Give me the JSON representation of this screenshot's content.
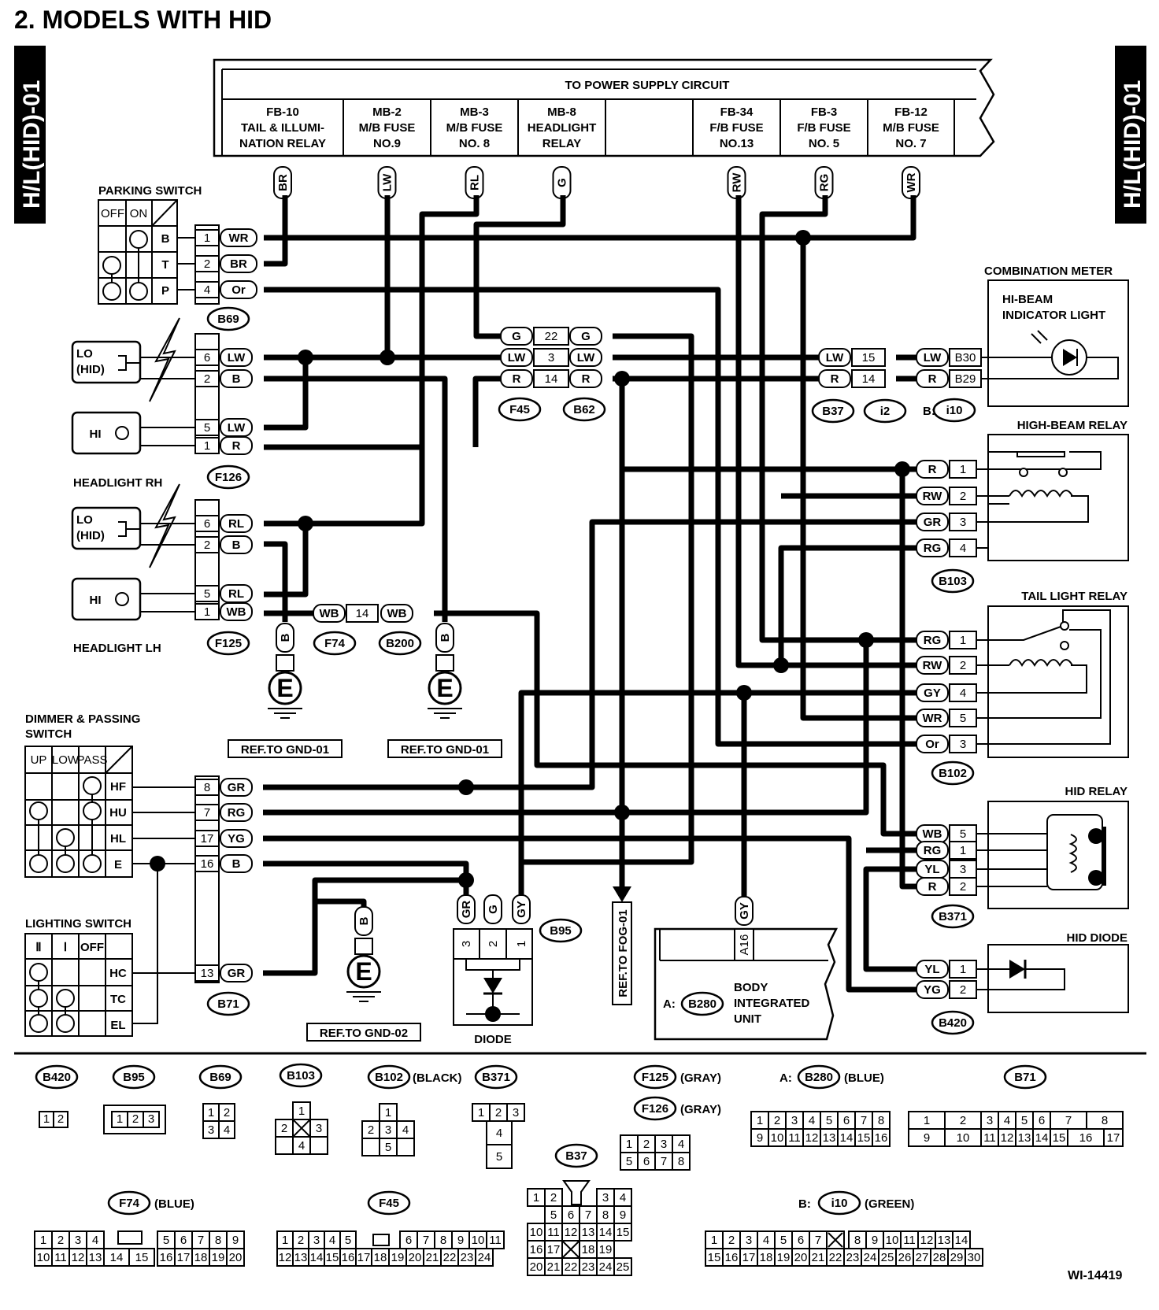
{
  "page": {
    "title": "2.  MODELS WITH HID",
    "side_tag": "H/L(HID)-01",
    "figure_id": "WI-14419"
  },
  "power_supply": {
    "header": "TO POWER SUPPLY CIRCUIT",
    "fuses": [
      {
        "line1": "FB-10",
        "line2": "TAIL & ILLUMI-",
        "line3": "NATION RELAY",
        "wire": "BR"
      },
      {
        "line1": "MB-2",
        "line2": "M/B FUSE",
        "line3": "NO.9",
        "wire": "LW"
      },
      {
        "line1": "MB-3",
        "line2": "M/B FUSE",
        "line3": "NO. 8",
        "wire": "RL"
      },
      {
        "line1": "MB-8",
        "line2": "HEADLIGHT",
        "line3": "RELAY",
        "wire": "G"
      },
      {
        "line1": "",
        "line2": "",
        "line3": "",
        "wire": ""
      },
      {
        "line1": "FB-34",
        "line2": "F/B FUSE",
        "line3": "NO.13",
        "wire": "RW"
      },
      {
        "line1": "FB-3",
        "line2": "F/B FUSE",
        "line3": "NO. 5",
        "wire": "RG"
      },
      {
        "line1": "FB-12",
        "line2": "M/B FUSE",
        "line3": "NO. 7",
        "wire": "WR"
      }
    ]
  },
  "parking_switch": {
    "label": "PARKING SWITCH",
    "cols": [
      "OFF",
      "ON"
    ],
    "rows": [
      "B",
      "T",
      "P"
    ],
    "connector": "B69",
    "pins": [
      {
        "pin": "1",
        "wire": "WR"
      },
      {
        "pin": "2",
        "wire": "BR"
      },
      {
        "pin": "4",
        "wire": "Or"
      }
    ]
  },
  "headlight_rh": {
    "label": "HEADLIGHT RH",
    "lo": "LO\n(HID)",
    "lo_l1": "LO",
    "lo_l2": "(HID)",
    "hi": "HI",
    "connector": "F126",
    "pins": [
      {
        "pin": "6",
        "wire": "LW"
      },
      {
        "pin": "2",
        "wire": "B"
      },
      {
        "pin": "5",
        "wire": "LW"
      },
      {
        "pin": "1",
        "wire": "R"
      }
    ]
  },
  "headlight_lh": {
    "label": "HEADLIGHT LH",
    "lo_l1": "LO",
    "lo_l2": "(HID)",
    "hi": "HI",
    "connector": "F125",
    "pins": [
      {
        "pin": "6",
        "wire": "RL"
      },
      {
        "pin": "2",
        "wire": "B"
      },
      {
        "pin": "5",
        "wire": "RL"
      },
      {
        "pin": "1",
        "wire": "WB"
      }
    ]
  },
  "f45_b62": {
    "rows": [
      {
        "left": "G",
        "pin": "22",
        "right": "G"
      },
      {
        "left": "LW",
        "pin": "3",
        "right": "LW"
      },
      {
        "left": "R",
        "pin": "14",
        "right": "R"
      }
    ],
    "c1": "F45",
    "c2": "B62"
  },
  "b37_i2": {
    "rows": [
      {
        "left": "LW",
        "pin": "15"
      },
      {
        "left": "R",
        "pin": "14"
      }
    ],
    "c1": "B37",
    "c2": "i2"
  },
  "combination_meter": {
    "label": "COMBINATION METER",
    "inner1": "HI-BEAM",
    "inner2": "INDICATOR LIGHT",
    "pins": [
      {
        "wire": "LW",
        "pin": "B30"
      },
      {
        "wire": "R",
        "pin": "B29"
      }
    ],
    "conn_prefix": "B:",
    "connector": "i10"
  },
  "high_beam_relay": {
    "label": "HIGH-BEAM RELAY",
    "connector": "B103",
    "pins": [
      {
        "wire": "R",
        "pin": "1"
      },
      {
        "wire": "RW",
        "pin": "2"
      },
      {
        "wire": "GR",
        "pin": "3"
      },
      {
        "wire": "RG",
        "pin": "4"
      }
    ]
  },
  "tail_light_relay": {
    "label": "TAIL LIGHT RELAY",
    "connector": "B102",
    "pins": [
      {
        "wire": "RG",
        "pin": "1"
      },
      {
        "wire": "RW",
        "pin": "2"
      },
      {
        "wire": "GY",
        "pin": "4"
      },
      {
        "wire": "WR",
        "pin": "5"
      },
      {
        "wire": "Or",
        "pin": "3"
      }
    ]
  },
  "hid_relay": {
    "label": "HID RELAY",
    "connector": "B371",
    "pins": [
      {
        "wire": "WB",
        "pin": "5"
      },
      {
        "wire": "RG",
        "pin": "1"
      },
      {
        "wire": "YL",
        "pin": "3"
      },
      {
        "wire": "R",
        "pin": "2"
      }
    ]
  },
  "hid_diode": {
    "label": "HID DIODE",
    "connector": "B420",
    "pins": [
      {
        "wire": "YL",
        "pin": "1"
      },
      {
        "wire": "YG",
        "pin": "2"
      }
    ]
  },
  "f74_b200": {
    "wire_l": "WB",
    "pin": "14",
    "wire_r": "WB",
    "c1": "F74",
    "c2": "B200"
  },
  "grounds": {
    "g1": {
      "wire": "B",
      "ref": "REF.TO GND-01"
    },
    "g2": {
      "wire": "B",
      "ref": "REF.TO GND-01"
    },
    "g3": {
      "wire": "B",
      "ref": "REF.TO GND-02"
    },
    "symbol": "E"
  },
  "dimmer_switch": {
    "label1": "DIMMER & PASSING",
    "label2": "SWITCH",
    "cols": [
      "UP",
      "LOW",
      "PASS"
    ],
    "rows": [
      "HF",
      "HU",
      "HL",
      "E"
    ]
  },
  "lighting_switch": {
    "label": "LIGHTING SWITCH",
    "cols": [
      "Ⅱ",
      "Ⅰ",
      "OFF"
    ],
    "rows": [
      "HC",
      "TC",
      "EL"
    ]
  },
  "b71": {
    "connector": "B71",
    "pins": [
      {
        "pin": "8",
        "wire": "GR"
      },
      {
        "pin": "7",
        "wire": "RG"
      },
      {
        "pin": "17",
        "wire": "YG"
      },
      {
        "pin": "16",
        "wire": "B"
      },
      {
        "pin": "13",
        "wire": "GR"
      }
    ]
  },
  "diode": {
    "label": "DIODE",
    "connector": "B95",
    "pins": [
      {
        "pin": "3",
        "wire": "GR"
      },
      {
        "pin": "2",
        "wire": "G"
      },
      {
        "pin": "1",
        "wire": "GY"
      }
    ]
  },
  "fog_ref": "REF.TO FOG-01",
  "body_unit": {
    "prefix": "A:",
    "connector": "B280",
    "line1": "BODY",
    "line2": "INTEGRATED",
    "line3": "UNIT",
    "pin": "A16",
    "wire": "GY"
  },
  "connector_views": {
    "b420": {
      "name": "B420",
      "pins": [
        "1",
        "2"
      ]
    },
    "b95": {
      "name": "B95",
      "pins": [
        "1",
        "2",
        "3"
      ]
    },
    "b69": {
      "name": "B69",
      "pins": [
        "1",
        "2",
        "3",
        "4"
      ]
    },
    "b103": {
      "name": "B103",
      "pins": [
        "1",
        "2",
        "3",
        "4"
      ]
    },
    "b102": {
      "name": "B102",
      "note": "(BLACK)",
      "pins": [
        "1",
        "2",
        "3",
        "4",
        "5"
      ]
    },
    "b371": {
      "name": "B371",
      "pins": [
        "1",
        "2",
        "3",
        "4",
        "5"
      ]
    },
    "f125": {
      "name": "F125",
      "note": "(GRAY)"
    },
    "f126": {
      "name": "F126",
      "note": "(GRAY)",
      "pins": [
        "1",
        "2",
        "3",
        "4",
        "5",
        "6",
        "7",
        "8"
      ]
    },
    "b280": {
      "prefix": "A:",
      "name": "B280",
      "note": "(BLUE)",
      "row1": [
        "1",
        "2",
        "3",
        "4",
        "5",
        "6",
        "7",
        "8"
      ],
      "row2": [
        "9",
        "10",
        "11",
        "12",
        "13",
        "14",
        "15",
        "16"
      ]
    },
    "b71": {
      "name": "B71",
      "row1": [
        "1",
        "2",
        "3",
        "4",
        "5",
        "6",
        "7",
        "8"
      ],
      "row2": [
        "9",
        "10",
        "11",
        "12",
        "13",
        "14",
        "15",
        "16",
        "17"
      ]
    },
    "b37": {
      "name": "B37",
      "row1": [
        "1",
        "2",
        "3",
        "4"
      ],
      "row2": [
        "5",
        "6",
        "7",
        "8",
        "9"
      ],
      "row3": [
        "10",
        "11",
        "12",
        "13",
        "14",
        "15"
      ],
      "row4": [
        "16",
        "17",
        "18",
        "19"
      ],
      "row5": [
        "20",
        "21",
        "22",
        "23",
        "24",
        "25"
      ]
    },
    "f74": {
      "name": "F74",
      "note": "(BLUE)",
      "row1": [
        "1",
        "2",
        "3",
        "4",
        "5",
        "6",
        "7",
        "8",
        "9"
      ],
      "row2": [
        "10",
        "11",
        "12",
        "13",
        "14",
        "15",
        "16",
        "17",
        "18",
        "19",
        "20"
      ]
    },
    "f45": {
      "name": "F45",
      "row1": [
        "1",
        "2",
        "3",
        "4",
        "5",
        "6",
        "7",
        "8",
        "9",
        "10",
        "11"
      ],
      "row2": [
        "12",
        "13",
        "14",
        "15",
        "16",
        "17",
        "18",
        "19",
        "20",
        "21",
        "22",
        "23",
        "24"
      ]
    },
    "i10": {
      "prefix": "B:",
      "name": "i10",
      "note": "(GREEN)",
      "row1": [
        "1",
        "2",
        "3",
        "4",
        "5",
        "6",
        "7",
        "8",
        "9",
        "10",
        "11",
        "12",
        "13",
        "14"
      ],
      "row2": [
        "15",
        "16",
        "17",
        "18",
        "19",
        "20",
        "21",
        "22",
        "23",
        "24",
        "25",
        "26",
        "27",
        "28",
        "29",
        "30"
      ]
    }
  }
}
